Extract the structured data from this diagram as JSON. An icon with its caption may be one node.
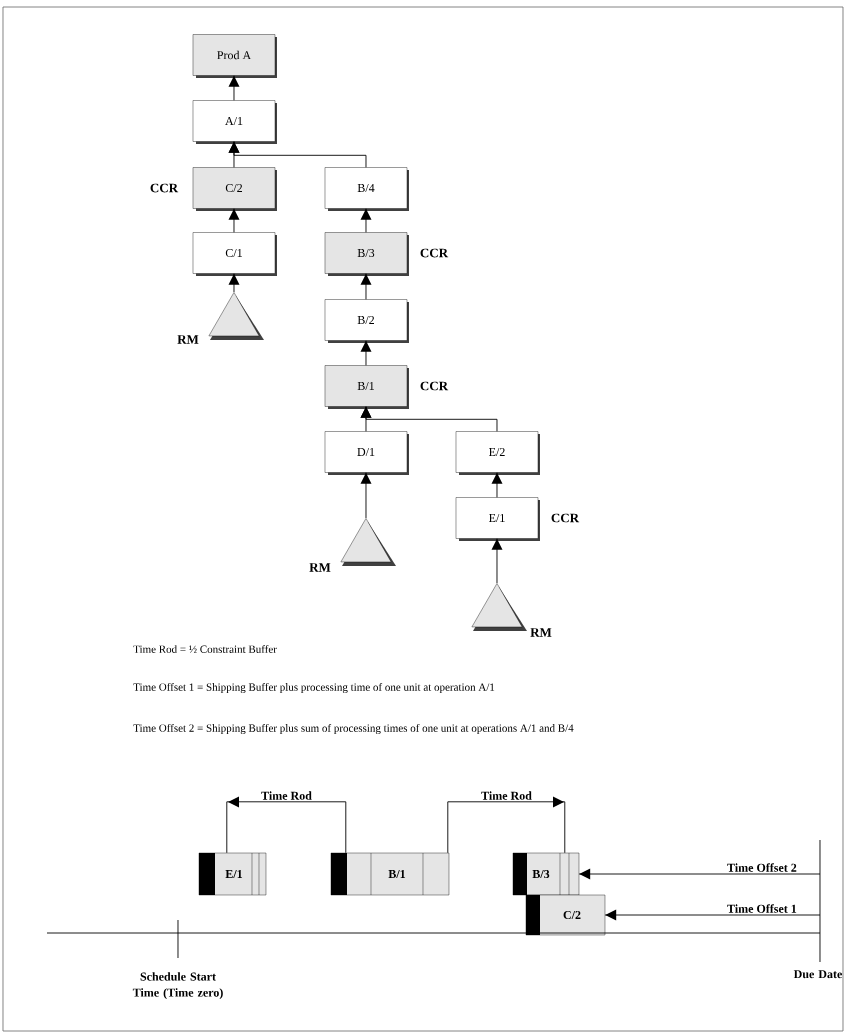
{
  "diagram": {
    "nodes": [
      {
        "text": [
          "Prod A"
        ]
      },
      {
        "text": [
          "A/1"
        ]
      },
      {
        "text": [
          "C/2"
        ],
        "beside": [
          "CCR"
        ]
      },
      {
        "text": [
          "B/4"
        ]
      },
      {
        "text": [
          "C/1"
        ]
      },
      {
        "text": [
          "B/3"
        ],
        "beside": [
          "CCR"
        ]
      },
      {
        "text": [],
        "shape": "triangle",
        "beside": [
          "RM"
        ]
      },
      {
        "text": [
          "B/2"
        ]
      },
      {
        "text": [
          "B/1"
        ],
        "beside": [
          "CCR"
        ]
      },
      {
        "text": [
          "D/1"
        ]
      },
      {
        "text": [
          "E/2"
        ]
      },
      {
        "text": [],
        "shape": "triangle",
        "beside": [
          "RM"
        ]
      },
      {
        "text": [
          "E/1"
        ],
        "beside": [
          "CCR"
        ]
      },
      {
        "text": [],
        "shape": "triangle",
        "beside": [
          "RM"
        ]
      },
      {
        "text": [
          "E/1"
        ]
      },
      {
        "text": [
          "B/1"
        ]
      },
      {
        "text": [
          "B/3"
        ]
      },
      {
        "text": [
          "C/2"
        ]
      }
    ],
    "edges": [
      {
        "from": 1,
        "to": 0,
        "arrow": "to"
      },
      {
        "from": 2,
        "to": 1,
        "arrow": "to"
      },
      {
        "from": 3,
        "to": 1,
        "arrow": "to"
      },
      {
        "from": 4,
        "to": 2,
        "arrow": "to"
      },
      {
        "from": 5,
        "to": 3,
        "arrow": "to"
      },
      {
        "from": 6,
        "to": 4,
        "arrow": "to"
      },
      {
        "from": 7,
        "to": 5,
        "arrow": "to"
      },
      {
        "from": 8,
        "to": 7,
        "arrow": "to"
      },
      {
        "from": 9,
        "to": 8,
        "arrow": "to"
      },
      {
        "from": 10,
        "to": 8,
        "arrow": "to"
      },
      {
        "from": 11,
        "to": 9,
        "arrow": "to"
      },
      {
        "from": 12,
        "to": 10,
        "arrow": "to"
      },
      {
        "from": 13,
        "to": 12,
        "arrow": "to"
      },
      {
        "from": 15,
        "to": 14,
        "arrow": "to",
        "label": "Time Rod"
      },
      {
        "from": 15,
        "to": 16,
        "arrow": "to",
        "label": "Time Rod"
      },
      {
        "from": null,
        "to": 16,
        "arrow": "to",
        "label": "Time Offset 2"
      },
      {
        "from": null,
        "to": 17,
        "arrow": "to",
        "label": "Time Offset 1"
      }
    ],
    "labels": [
      "Time Rod = ½ Constraint Buffer",
      "Time Offset 1 = Shipping Buffer plus processing time of one unit at operation A/1",
      "Time Offset 2 = Shipping Buffer plus sum of processing times of one unit at operations A/1 and B/4",
      "Schedule Start Time (Time zero)",
      "Due Date"
    ]
  }
}
